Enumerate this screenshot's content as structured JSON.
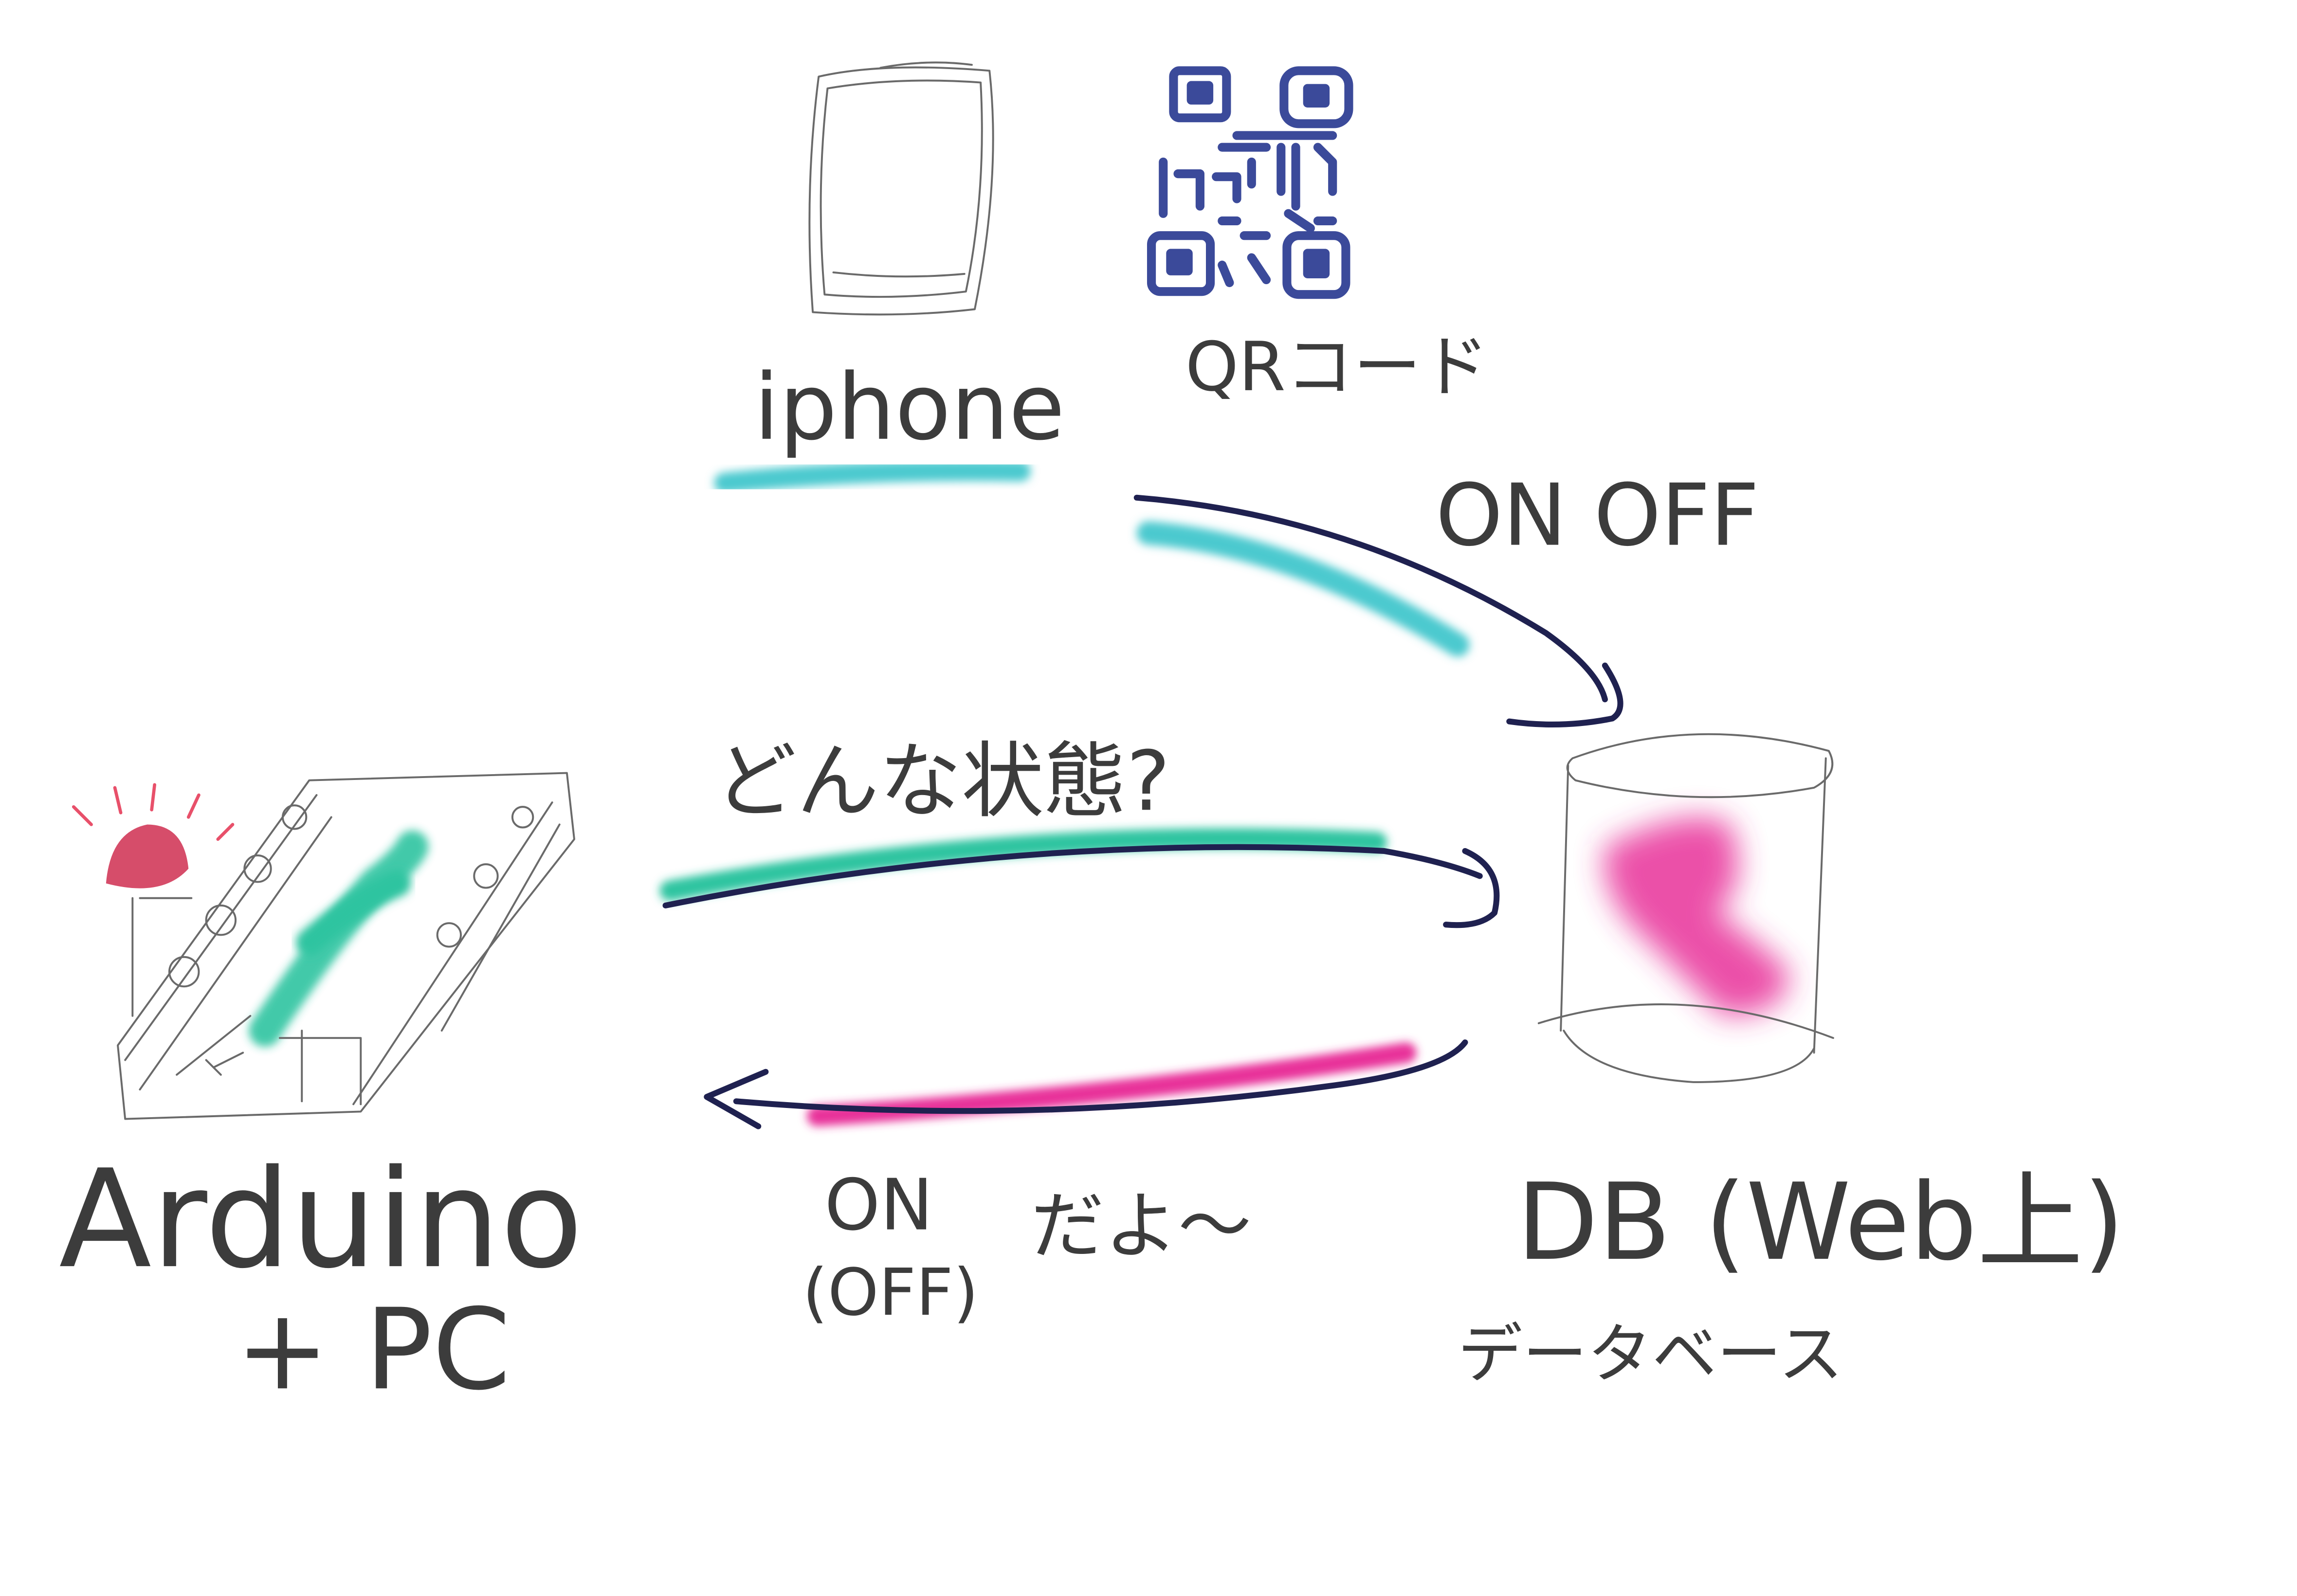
{
  "labels": {
    "iphone": "iphone",
    "qr_code": "QRコード",
    "on_off": "ON OFF",
    "question": "どんな状態?",
    "reply_on": "ON",
    "reply_off": "(OFF)",
    "reply_suffix": "だよ〜",
    "db": "DB (Web上)",
    "db_reading": "データベース",
    "arduino": "Arduino",
    "plus_pc": "+ PC"
  },
  "colors": {
    "ink": "#1f2150",
    "text": "#3c3c3c",
    "cyan_highlight": "#4cc9cf",
    "green_highlight": "#2ec4a0",
    "pink_highlight": "#e8309a",
    "qr_blue": "#3b4a9a",
    "led_red": "#d23a5a"
  },
  "icons": [
    "iphone-sketch",
    "qr-code-sketch",
    "database-cylinder-sketch",
    "arduino-board-sketch",
    "led-icon"
  ]
}
